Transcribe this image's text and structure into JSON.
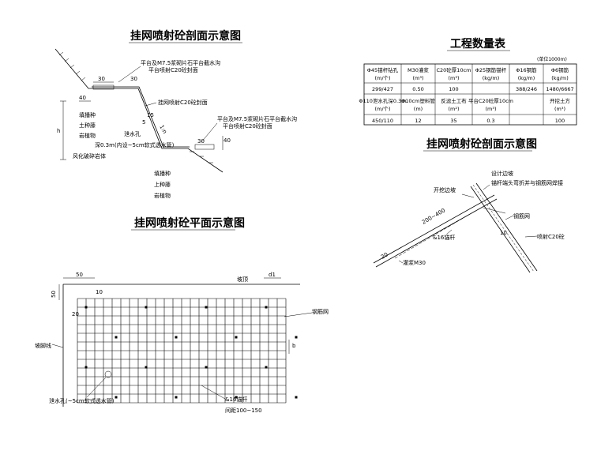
{
  "section_left": {
    "title": "挂网喷射砼剖面示意图",
    "labels": {
      "platform_top": "平台及M7.5浆砌片石平台截水沟",
      "platform_top_2": "平台喷射C20砼封面",
      "spray_seal": "挂网喷射C20砼封面",
      "platform_bottom": "平台及M7.5浆砌片石平台截水沟",
      "platform_bottom_2": "平台喷射C20砼封面",
      "veg_top": [
        "填播种",
        "土种藤",
        "岩植物"
      ],
      "drain": "泄水孔",
      "drain_spec": "深0.3m(内设~5cm软式透水管)",
      "weathered": "风化破碎岩体",
      "veg_bottom": [
        "填播种",
        "上种藤",
        "岩植物"
      ],
      "ratio": "1:n",
      "h": "h",
      "d30": "30",
      "d30b": "30",
      "d40": "40",
      "d40b": "40",
      "d30c": "30",
      "d5": "5",
      "d15": "15"
    }
  },
  "quantity_table": {
    "title": "工程数量表",
    "unit": "(单位1000m)",
    "row1_headers": [
      "Φ45锚杆钻孔 (m/个)",
      "M30灌浆 (m³)",
      "C20砼厚10cm (m³)",
      "Φ25钢筋锚杆 (kg/m)",
      "Φ16钢筋 (kg/m)",
      "Φ6钢筋 (kg/m)"
    ],
    "row1_values": [
      "299/427",
      "0.50",
      "100",
      "",
      "388/246",
      "1480/6667"
    ],
    "row2_headers": [
      "Φ110泄水孔深0.3m (m/个)",
      "Φ10cm塑料管 (m)",
      "反滤土工布 (m²)",
      "平台C20砼厚10cm (m³)",
      "",
      "开挖土方 (m³)"
    ],
    "row2_values": [
      "450/110",
      "12",
      "35",
      "0.3",
      "",
      "100"
    ]
  },
  "section_right": {
    "title": "挂网喷射砼剖面示意图",
    "labels": {
      "design_slope": "设计边坡",
      "anchor_note": "锚杆端头弯折并与钢筋网焊接",
      "excavation": "开挖边坡",
      "mesh": "钢筋网",
      "spray": "喷射C20砼",
      "anchor": "&16锚杆",
      "grout": "灌浆M30",
      "length": "200~400",
      "d20": "20",
      "d10": "10"
    }
  },
  "plan": {
    "title": "挂网喷射砼平面示意图",
    "labels": {
      "slope_top": "坡顶",
      "mesh": "钢筋网",
      "slope_foot": "坡脚线",
      "drain": "泄水孔(~5cm软式透水管)",
      "anchor": "&16锚杆",
      "spacing": "间距100~150",
      "d50a": "50",
      "d50b": "50",
      "d20": "20",
      "d10": "10",
      "d1": "d1",
      "b": "b"
    }
  }
}
